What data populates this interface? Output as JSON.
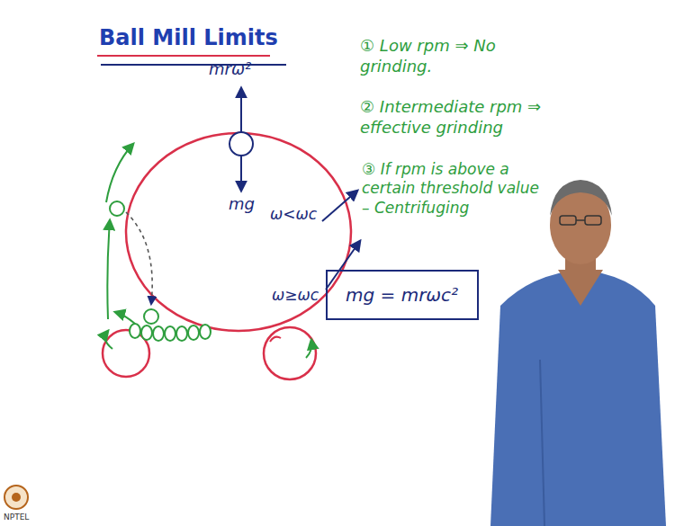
{
  "diagram": {
    "title": "Ball Mill Limits",
    "nodes": [
      {
        "text": [
          "mg = mrωc²"
        ]
      }
    ],
    "labels": [
      "mrω²",
      "mg",
      "ω<ωc",
      "ω≥ωc",
      "① Low rpm ⇒ No grinding.",
      "② Intermediate rpm ⇒ effective grinding",
      "③ If rpm is above a certain threshold value – Centrifuging",
      "NPTEL"
    ]
  }
}
